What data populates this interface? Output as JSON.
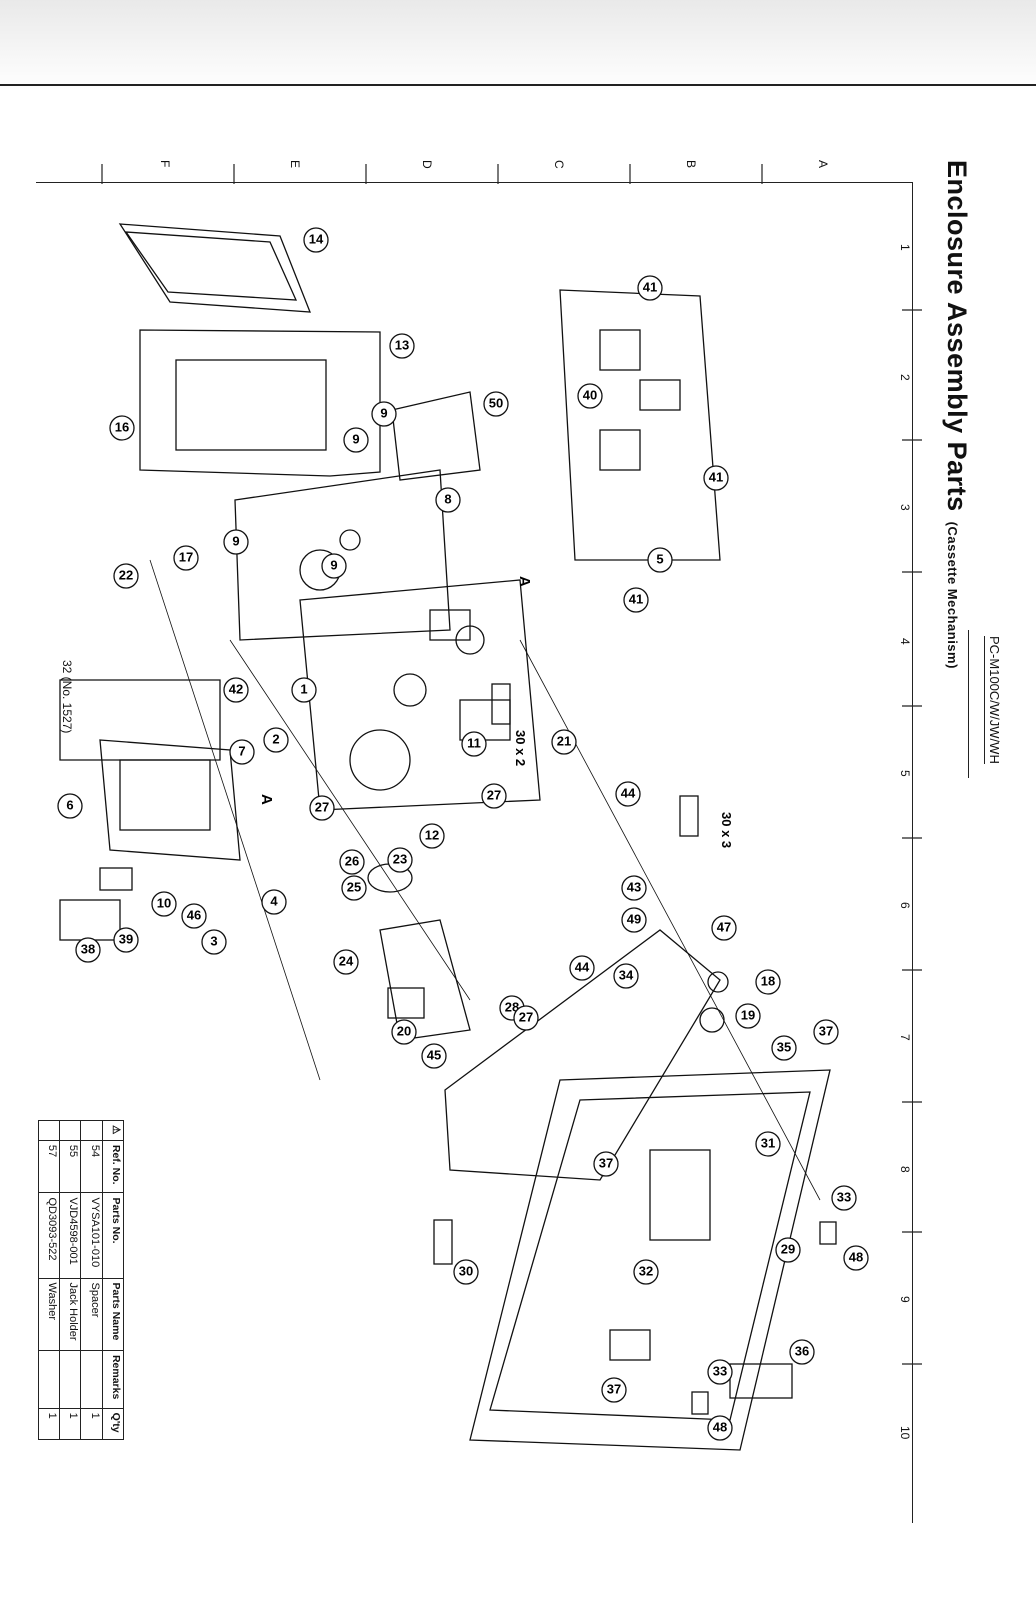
{
  "header": {
    "title": "Enclosure Assembly Parts",
    "subtitle": "(Cassette Mechanism)",
    "model": "PC-M100C/W/JW/WH"
  },
  "footer": {
    "page": "32 (No. 1527)"
  },
  "grid": {
    "rows": [
      "A",
      "B",
      "C",
      "D",
      "E",
      "F"
    ],
    "cols": [
      "1",
      "2",
      "3",
      "4",
      "5",
      "6",
      "7",
      "8",
      "9",
      "10"
    ]
  },
  "diagram": {
    "section_marks": [
      "A",
      "A"
    ],
    "quantity_notes": [
      "30 x 2",
      "30 x 3"
    ],
    "callouts": [
      "14",
      "13",
      "16",
      "16",
      "17",
      "22",
      "42",
      "9",
      "9",
      "9",
      "9",
      "9",
      "50",
      "8",
      "41",
      "40",
      "41",
      "41",
      "41",
      "5",
      "1",
      "2",
      "7",
      "6",
      "38",
      "39",
      "10",
      "46",
      "3",
      "4",
      "27",
      "11",
      "12",
      "21",
      "30",
      "27",
      "44",
      "43",
      "49",
      "34",
      "44",
      "47",
      "18",
      "19",
      "26",
      "25",
      "23",
      "24",
      "28",
      "27",
      "20",
      "45",
      "35",
      "37",
      "31",
      "33",
      "48",
      "29",
      "32",
      "37",
      "33",
      "36",
      "48",
      "37",
      "30"
    ]
  },
  "parts_table": {
    "headers": [
      "Ref. No.",
      "Parts No.",
      "Parts Name",
      "Remarks",
      "Q'ty"
    ],
    "warning_symbol": "⚠",
    "rows": [
      {
        "ref": "54",
        "part": "VYSA101-010",
        "name": "Spacer",
        "remarks": "",
        "qty": "1"
      },
      {
        "ref": "55",
        "part": "VJD4598-001",
        "name": "Jack Holder",
        "remarks": "",
        "qty": "1"
      },
      {
        "ref": "57",
        "part": "QD3093-522",
        "name": "Washer",
        "remarks": "",
        "qty": "1"
      }
    ]
  }
}
